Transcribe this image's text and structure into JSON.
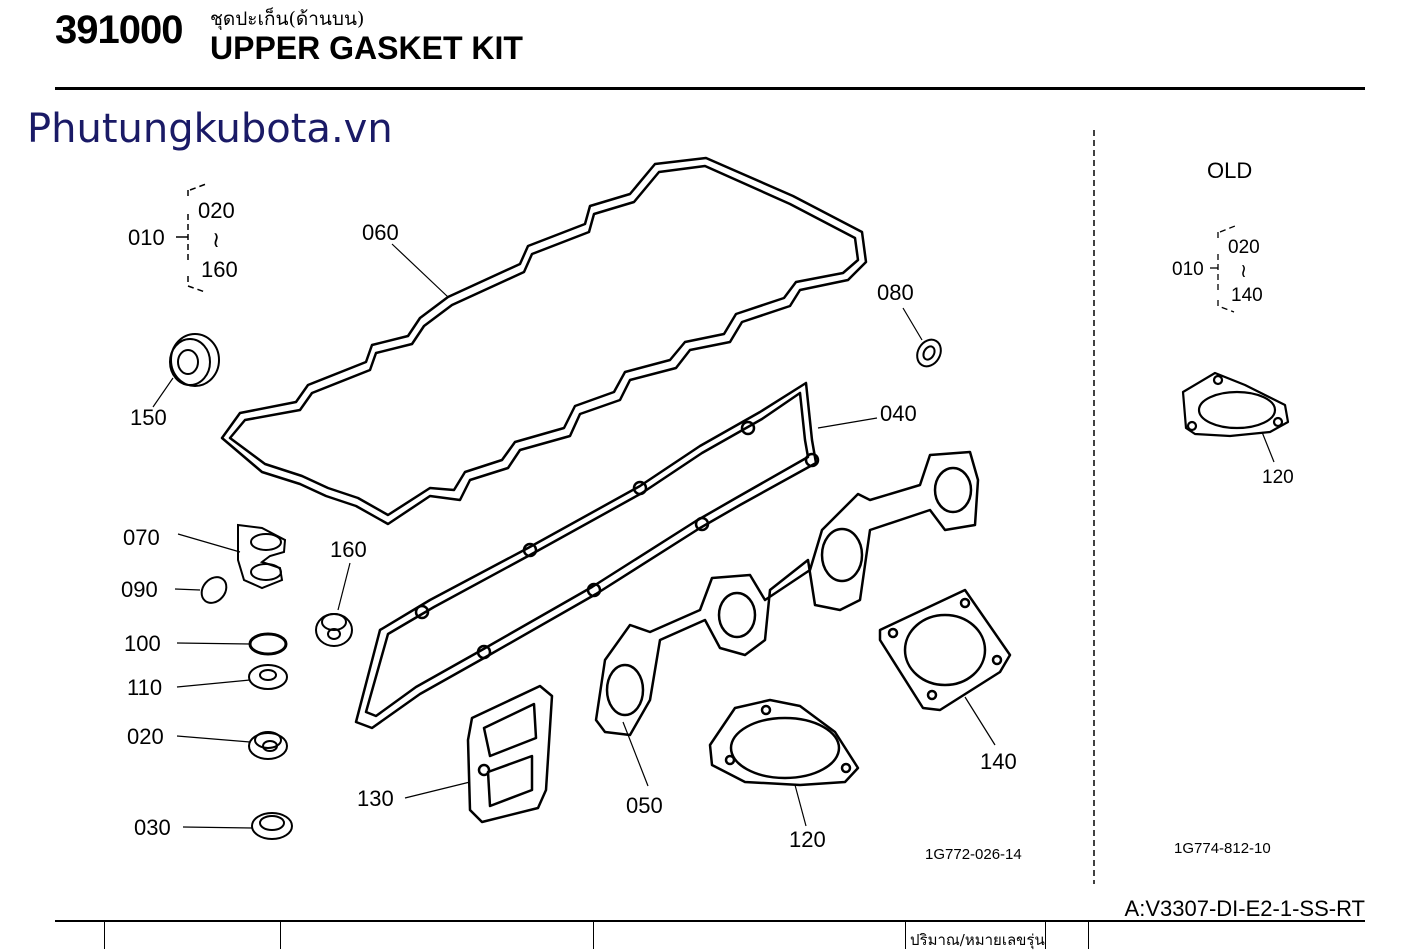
{
  "header": {
    "code": "391000",
    "thai_title": "ชุดปะเก็น(ด้านบน)",
    "title": "UPPER GASKET KIT"
  },
  "watermark": "Phutungkubota.vn",
  "diagram": {
    "callouts": {
      "c010": "010",
      "c020a": "020",
      "c160a": "160",
      "c060": "060",
      "c080": "080",
      "c150": "150",
      "c040": "040",
      "c070": "070",
      "c090": "090",
      "c160b": "160",
      "c100": "100",
      "c110": "110",
      "c020b": "020",
      "c030": "030",
      "c130": "130",
      "c050": "050",
      "c120": "120",
      "c140": "140",
      "range_sep": "≀"
    },
    "drawing_no": "1G772-026-14"
  },
  "old_panel": {
    "label": "OLD",
    "c010": "010",
    "c020": "020",
    "c140": "140",
    "c120": "120",
    "range_sep": "≀",
    "drawing_no": "1G774-812-10"
  },
  "model": "A:V3307-DI-E2-1-SS-RT",
  "table": {
    "col_header": "ปริมาณ/หมายเลขรุ่น"
  }
}
